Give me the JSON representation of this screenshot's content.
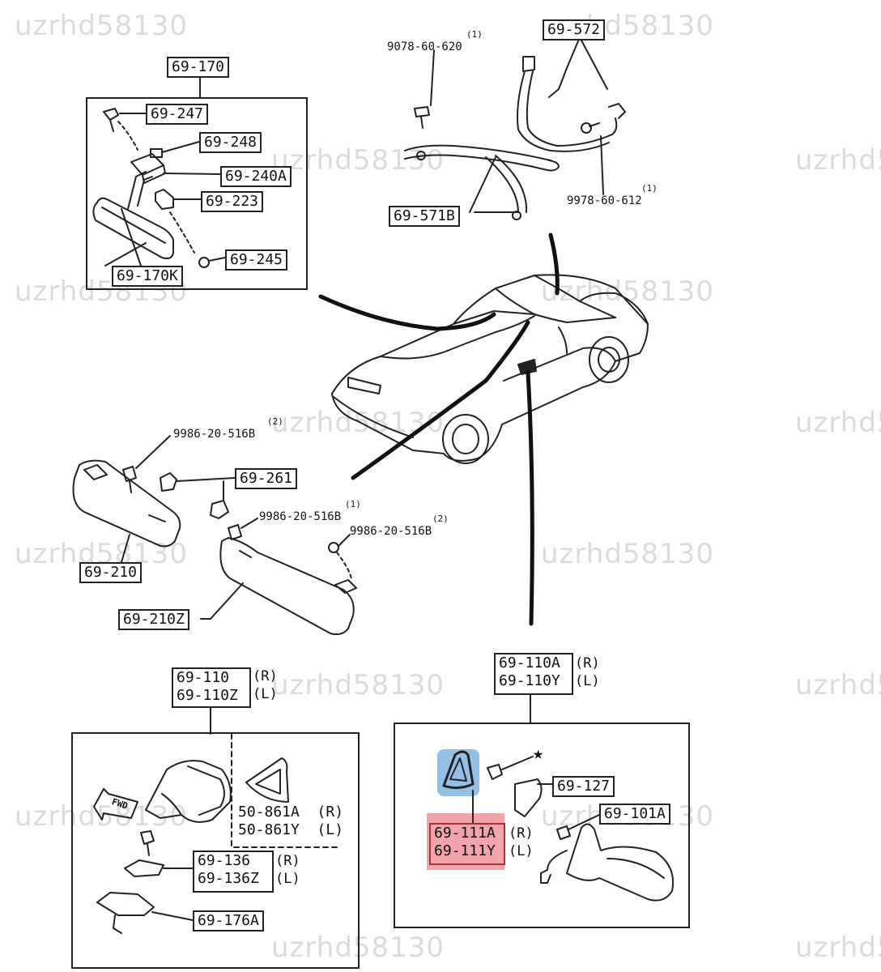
{
  "watermark": "uzrhd58130",
  "colors": {
    "highlight_red": "#e65a64",
    "highlight_blue": "#3c8cd2",
    "line": "#222222"
  },
  "rear_view_mirror": {
    "assembly": "69-170",
    "parts": [
      "69-247",
      "69-248",
      "69-240A",
      "69-223",
      "69-245"
    ],
    "mirror_label": "69-170K"
  },
  "roof_trim": {
    "bolt_a": "9078-60-620",
    "bolt_a_qty": "(1)",
    "bolt_b": "9978-60-612",
    "bolt_b_qty": "(1)",
    "strap_a": "69-572",
    "strap_b": "69-571B"
  },
  "sun_visor": {
    "screw_a": "9986-20-516B",
    "screw_a_qty": "(2)",
    "holder": "69-261",
    "screw_b": "9986-20-516B",
    "screw_b_qty": "(1)",
    "screw_c": "9986-20-516B",
    "screw_c_qty": "(2)",
    "visor_right": "69-210",
    "visor_left": "69-210Z"
  },
  "door_mirror_left_panel": {
    "assembly_r": "69-110",
    "assembly_l": "69-110Z",
    "r": "(R)",
    "l": "(L)",
    "fwd": "FWD",
    "cover_r": "50-861A",
    "cover_l": "50-861Y",
    "garnish_r": "69-136",
    "garnish_l": "69-136Z",
    "bracket": "69-176A"
  },
  "door_mirror_right_panel": {
    "assembly_r": "69-110A",
    "assembly_l": "69-110Y",
    "r": "(R)",
    "l": "(L)",
    "star": "★",
    "part_127": "69-127",
    "part_101": "69-101A",
    "cover_r": "69-111A",
    "cover_l": "69-111Y"
  }
}
